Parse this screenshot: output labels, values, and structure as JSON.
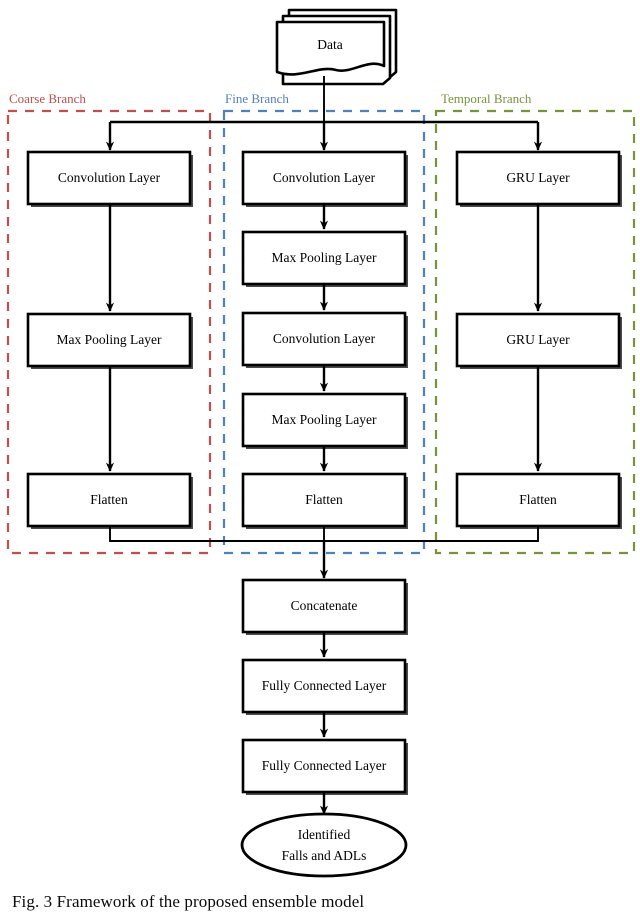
{
  "figure": {
    "caption": "Fig. 3 Framework of the proposed ensemble model",
    "background": "#ffffff"
  },
  "colors": {
    "coarse": "#c0504d",
    "fine": "#4f81bd",
    "temporal": "#77933c",
    "stroke": "#000000",
    "fill": "#ffffff"
  },
  "source": {
    "label": "Data",
    "shape": "multi-document"
  },
  "branches": [
    {
      "id": "coarse",
      "label": "Coarse Branch",
      "color": "#c0504d",
      "nodes": [
        {
          "label": "Convolution Layer"
        },
        {
          "label": "Max Pooling Layer"
        },
        {
          "label": "Flatten"
        }
      ]
    },
    {
      "id": "fine",
      "label": "Fine Branch",
      "color": "#4f81bd",
      "nodes": [
        {
          "label": "Convolution Layer"
        },
        {
          "label": "Max Pooling Layer"
        },
        {
          "label": "Convolution Layer"
        },
        {
          "label": "Max Pooling Layer"
        },
        {
          "label": "Flatten"
        }
      ]
    },
    {
      "id": "temporal",
      "label": "Temporal Branch",
      "color": "#77933c",
      "nodes": [
        {
          "label": "GRU Layer"
        },
        {
          "label": "GRU Layer"
        },
        {
          "label": "Flatten"
        }
      ]
    }
  ],
  "merge": {
    "nodes": [
      {
        "label": "Concatenate"
      },
      {
        "label": "Fully Connected Layer"
      },
      {
        "label": "Fully Connected Layer"
      }
    ],
    "output": {
      "line1": "Identified",
      "line2": "Falls and ADLs"
    }
  }
}
